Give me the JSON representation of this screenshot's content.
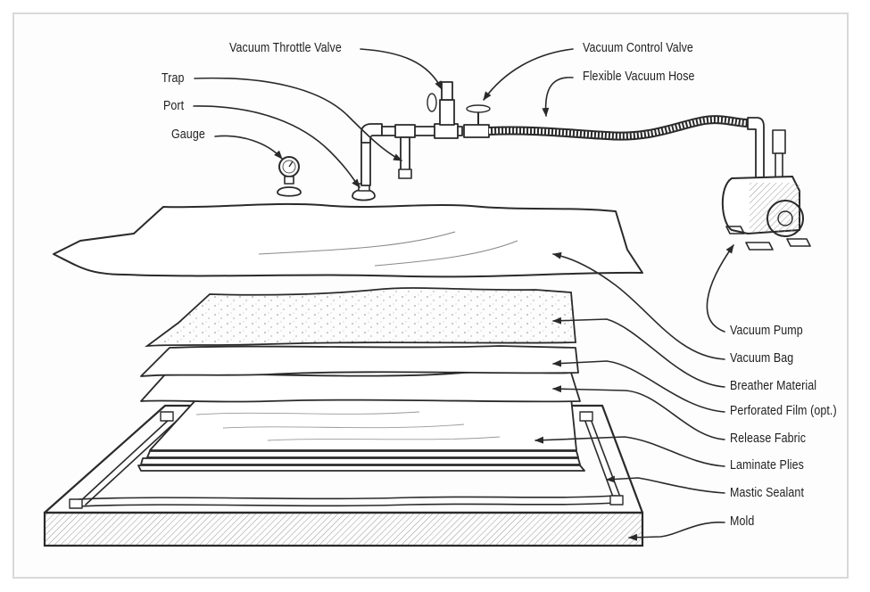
{
  "diagram": {
    "title": "Vacuum bagging setup",
    "labels": {
      "vacuum_throttle_valve": "Vacuum Throttle Valve",
      "vacuum_control_valve": "Vacuum Control Valve",
      "flexible_vacuum_hose": "Flexible Vacuum Hose",
      "trap": "Trap",
      "port": "Port",
      "gauge": "Gauge",
      "vacuum_pump": "Vacuum Pump",
      "vacuum_bag": "Vacuum Bag",
      "breather_material": "Breather Material",
      "perforated_film": "Perforated Film (opt.)",
      "release_fabric": "Release Fabric",
      "laminate_plies": "Laminate Plies",
      "mastic_sealant": "Mastic Sealant",
      "mold": "Mold"
    },
    "colors": {
      "ink": "#2a2a2a",
      "frame": "#d9d9d9",
      "text": "#1f1f1f"
    }
  }
}
